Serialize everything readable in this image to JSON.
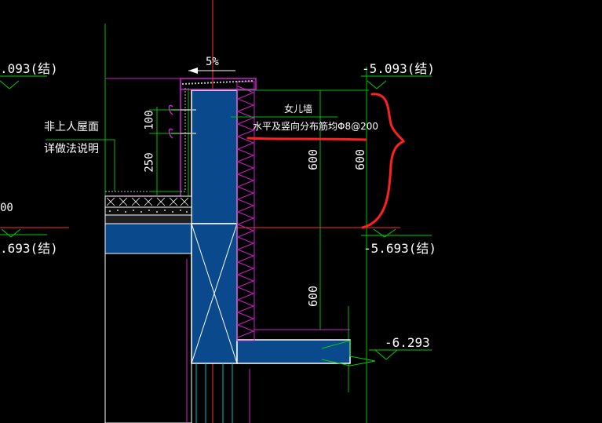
{
  "drawing": {
    "slope_label": "5%",
    "levels": {
      "left_top": ".093(结)",
      "left_bottom": ".693(结)",
      "left_mid_fragment": "00",
      "right_top": "-5.093(结)",
      "right_mid": "-5.693(结)",
      "right_bottom": "-6.293"
    },
    "notes": {
      "roof_line1": "非上人屋面",
      "roof_line2": "详做法说明",
      "parapet_title": "女儿墙",
      "parapet_rebar": "水平及竖向分布筋均Φ8@200"
    },
    "dimensions": {
      "d100": "100",
      "d250": "250",
      "d600_a": "600",
      "d600_b": "600",
      "d600_c": "600"
    },
    "colors": {
      "background": "#000000",
      "concrete": "#0a4a8c",
      "outline": "#ffffff",
      "waterproof": "#d020d0",
      "gridline": "#00c000",
      "axis_red": "#ff3030",
      "markup_red": "#ff2020",
      "level_mark": "#00d000"
    }
  }
}
